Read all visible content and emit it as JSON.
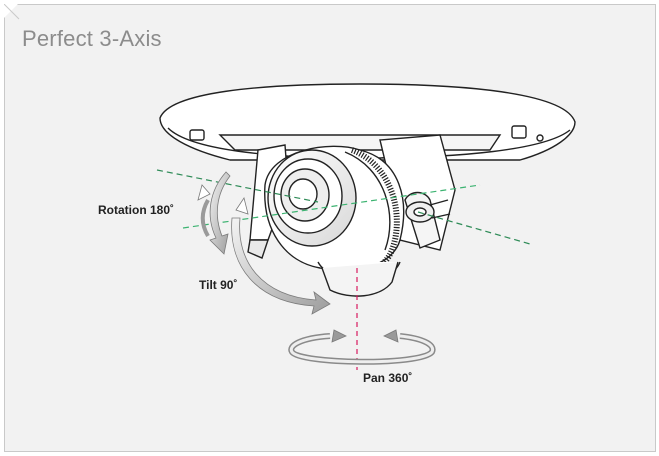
{
  "card": {
    "title": "Perfect 3-Axis"
  },
  "labels": {
    "rotation": "Rotation 180˚",
    "tilt": "Tilt 90˚",
    "pan": "Pan 360˚"
  },
  "colors": {
    "background": "#f2f2f2",
    "title_text": "#8c8c8c",
    "axis_green": "#2e8b57",
    "axis_red": "#d81b60",
    "arrow_grey": "#a9a9a9"
  }
}
